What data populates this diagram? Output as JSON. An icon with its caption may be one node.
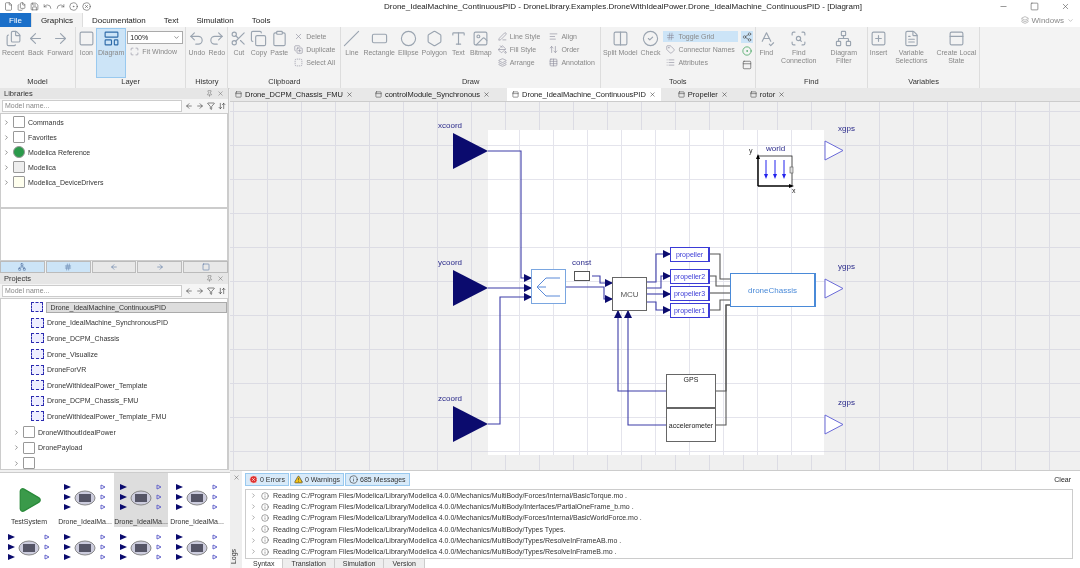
{
  "diagram": {
    "nodes": [
      {
        "text": [
          "xcoord"
        ]
      },
      {
        "text": [
          "world"
        ]
      },
      {
        "text": [
          "xgps"
        ]
      },
      {
        "text": [
          "ycoord"
        ]
      },
      {
        "text": [],
        "shape": "box"
      },
      {
        "text": [
          "const"
        ]
      },
      {
        "text": [
          "MCU"
        ]
      },
      {
        "text": [
          "propeller"
        ]
      },
      {
        "text": [
          "propeller2"
        ]
      },
      {
        "text": [
          "propeller3"
        ]
      },
      {
        "text": [
          "propeller1"
        ]
      },
      {
        "text": [
          "droneChassis"
        ]
      },
      {
        "text": [
          "ygps"
        ]
      },
      {
        "text": [
          "GPS"
        ]
      },
      {
        "text": [
          "accelerometer"
        ]
      },
      {
        "text": [
          "zcoord"
        ]
      },
      {
        "text": [
          "zgps"
        ]
      }
    ],
    "edges": [
      {
        "from": 0,
        "to": 4,
        "arrow": "to"
      },
      {
        "from": 3,
        "to": 4,
        "arrow": "to"
      },
      {
        "from": 15,
        "to": 4,
        "arrow": "to"
      },
      {
        "from": 5,
        "to": 6,
        "arrow": "to"
      },
      {
        "from": 4,
        "to": 6,
        "arrow": "to"
      },
      {
        "from": 6,
        "to": 7,
        "arrow": "to"
      },
      {
        "from": 6,
        "to": 8,
        "arrow": "to"
      },
      {
        "from": 6,
        "to": 9,
        "arrow": "to"
      },
      {
        "from": 6,
        "to": 10,
        "arrow": "to"
      },
      {
        "from": 7,
        "to": 11,
        "arrow": "none",
        "color": "#555555"
      },
      {
        "from": 8,
        "to": 11,
        "arrow": "none",
        "color": "#555555"
      },
      {
        "from": 9,
        "to": 11,
        "arrow": "none",
        "color": "#555555"
      },
      {
        "from": 10,
        "to": 11,
        "arrow": "none",
        "color": "#555555"
      },
      {
        "from": 13,
        "to": 6,
        "arrow": "to"
      },
      {
        "from": 14,
        "to": 6,
        "arrow": "to"
      },
      {
        "from": 11,
        "to": 13,
        "arrow": "none",
        "color": "#555555"
      },
      {
        "from": 11,
        "to": 14,
        "arrow": "none",
        "color": "#555555"
      }
    ],
    "labels": [
      "Drone_IdealMachine_ContinuousPID - DroneLibrary.Examples.DroneWithIdealPower.Drone_IdealMachine_ContinuousPID - [Diagram]",
      "File",
      "Graphics",
      "Documentation",
      "Text",
      "Simulation",
      "Tools",
      "Windows",
      "Recent",
      "Back",
      "Forward",
      "Model",
      "Icon",
      "Diagram",
      "100%",
      "Fit Window",
      "Layer",
      "Undo",
      "Redo",
      "History",
      "Cut",
      "Copy",
      "Paste",
      "Delete",
      "Duplicate",
      "Select All",
      "Clipboard",
      "Line",
      "Rectangle",
      "Ellipse",
      "Polygon",
      "Text",
      "Bitmap",
      "Line Style",
      "Fill Style",
      "Arrange",
      "Align",
      "Order",
      "Annotation",
      "Draw",
      "Split Model",
      "Check",
      "Toggle Grid",
      "Connector Names",
      "Attributes",
      "Tools",
      "Find",
      "Find Connection",
      "Diagram Filter",
      "Find",
      "Insert",
      "Variable Selections",
      "Create Local State",
      "Variables",
      "Libraries",
      "Model name...",
      "Commands",
      "Favorites",
      "Modelica Reference",
      "Modelica",
      "Modelica_DeviceDrivers",
      "Projects",
      "Model name...",
      "Drone_IdealMachine_ContinuousPID",
      "Drone_IdealMachine_SynchronousPID",
      "Drone_DCPM_Chassis",
      "Drone_Visualize",
      "DroneForVR",
      "DroneWithIdealPower_Template",
      "Drone_DCPM_Chassis_FMU",
      "DroneWithIdealPower_Template_FMU",
      "DroneWithoutIdealPower",
      "DronePayload",
      "TestSystem",
      "Drone_IdealMa...",
      "Drone_IdealMa...",
      "Drone_IdealMa...",
      "Drone_DCPM_Chassis_FMU",
      "controlModule_Synchronous",
      "Drone_IdealMachine_ContinuousPID",
      "Propeller",
      "rotor",
      "y",
      "x",
      "0 Errors",
      "0 Warnings",
      "685 Messages",
      "Clear",
      "Reading C:/Program Files/Modelica/Library/Modelica 4.0.0/Mechanics/MultiBody/Forces/Internal/BasicTorque.mo .",
      "Reading C:/Program Files/Modelica/Library/Modelica 4.0.0/Mechanics/MultiBody/Interfaces/PartialOneFrame_b.mo .",
      "Reading C:/Program Files/Modelica/Library/Modelica 4.0.0/Mechanics/MultiBody/Forces/Internal/BasicWorldForce.mo .",
      "Reading C:/Program Files/Modelica/Library/Modelica 4.0.0/Mechanics/MultiBody/Types Types.",
      "Reading C:/Program Files/Modelica/Library/Modelica 4.0.0/Mechanics/MultiBody/Types/ResolveInFrameAB.mo .",
      "Reading C:/Program Files/Modelica/Library/Modelica 4.0.0/Mechanics/MultiBody/Types/ResolveInFrameB.mo .",
      "Logs",
      "Syntax",
      "Translation",
      "Simulation",
      "Version"
    ]
  }
}
